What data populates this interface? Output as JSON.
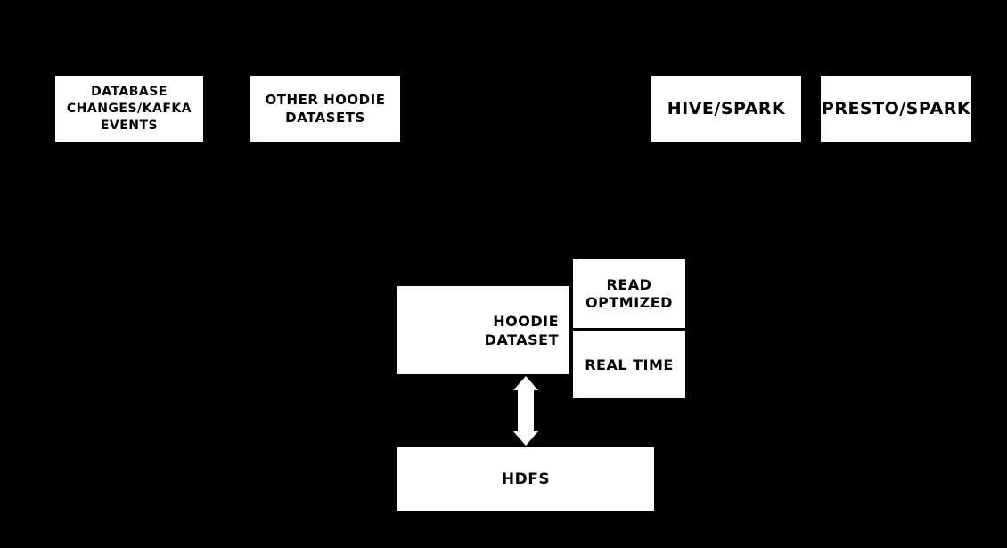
{
  "diagram": {
    "description": "architecture-diagram",
    "colors": {
      "background": "#000000",
      "node_fill": "#ffffff",
      "node_text": "#000000",
      "arrow": "#ffffff"
    },
    "nodes": {
      "database_changes": {
        "label": "DATABASE\nCHANGES/KAFKA\nEVENTS"
      },
      "other_hoodie_datasets": {
        "label": "OTHER HOODIE\nDATASETS"
      },
      "hive_spark": {
        "label": "HIVE/SPARK"
      },
      "presto_spark": {
        "label": "PRESTO/SPARK"
      },
      "hoodie_dataset": {
        "label": "HOODIE\nDATASET"
      },
      "read_optmized": {
        "label": "READ\nOPTMIZED"
      },
      "real_time": {
        "label": "REAL TIME"
      },
      "hdfs": {
        "label": "HDFS"
      }
    },
    "connector": {
      "type": "vertical-double-arrow",
      "color": "#ffffff"
    }
  }
}
